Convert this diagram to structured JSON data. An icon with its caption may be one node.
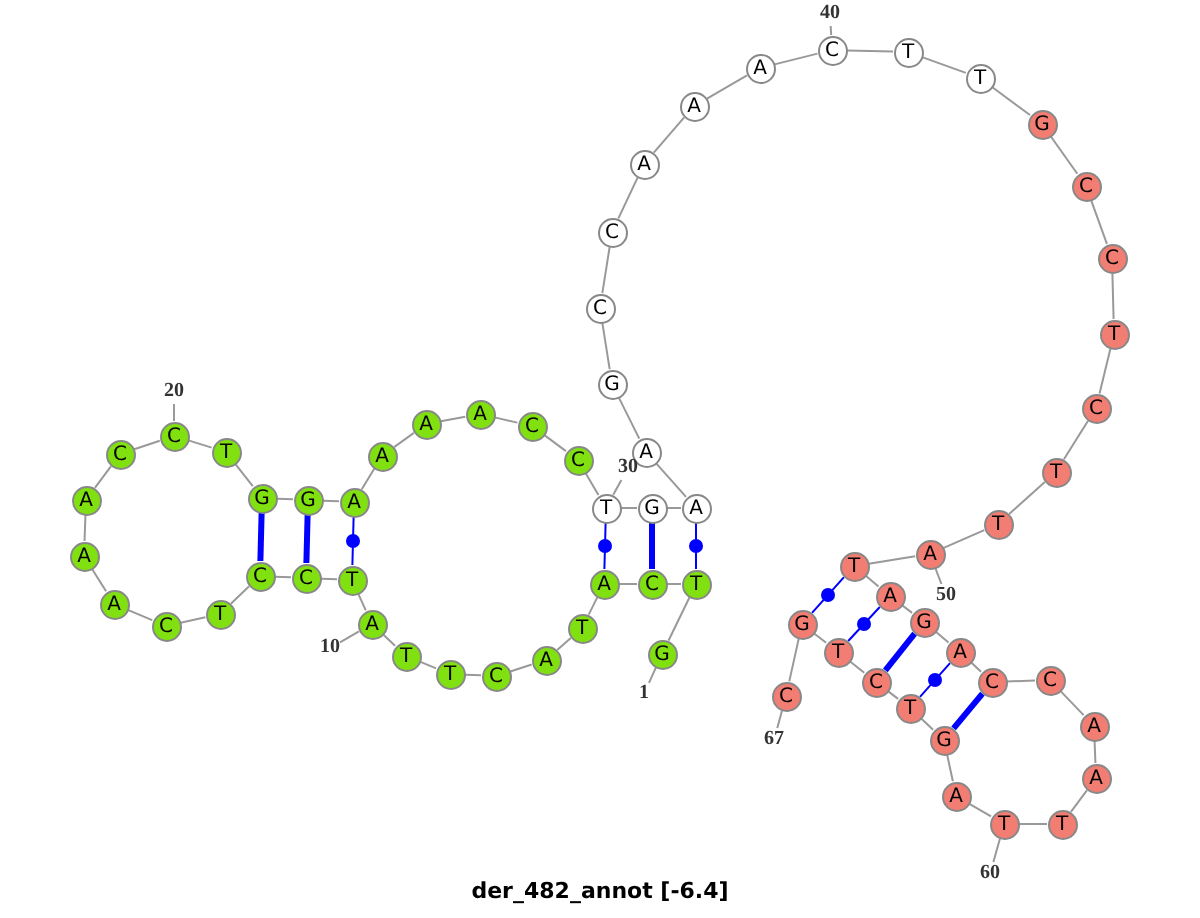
{
  "diagram": {
    "caption": "der_482_annot [-6.4]",
    "nodes": [
      {
        "text": [
          "G"
        ]
      },
      {
        "text": [
          "T"
        ]
      },
      {
        "text": [
          "C"
        ]
      },
      {
        "text": [
          "A"
        ]
      },
      {
        "text": [
          "T"
        ]
      },
      {
        "text": [
          "A"
        ]
      },
      {
        "text": [
          "C"
        ]
      },
      {
        "text": [
          "T"
        ]
      },
      {
        "text": [
          "T"
        ]
      },
      {
        "text": [
          "A"
        ]
      },
      {
        "text": [
          "T"
        ]
      },
      {
        "text": [
          "C"
        ]
      },
      {
        "text": [
          "C"
        ]
      },
      {
        "text": [
          "T"
        ]
      },
      {
        "text": [
          "C"
        ]
      },
      {
        "text": [
          "A"
        ]
      },
      {
        "text": [
          "A"
        ]
      },
      {
        "text": [
          "A"
        ]
      },
      {
        "text": [
          "C"
        ]
      },
      {
        "text": [
          "C"
        ]
      },
      {
        "text": [
          "T"
        ]
      },
      {
        "text": [
          "G"
        ]
      },
      {
        "text": [
          "G"
        ]
      },
      {
        "text": [
          "A"
        ]
      },
      {
        "text": [
          "A"
        ]
      },
      {
        "text": [
          "A"
        ]
      },
      {
        "text": [
          "A"
        ]
      },
      {
        "text": [
          "C"
        ]
      },
      {
        "text": [
          "C"
        ]
      },
      {
        "text": [
          "T"
        ]
      },
      {
        "text": [
          "G"
        ]
      },
      {
        "text": [
          "A"
        ]
      },
      {
        "text": [
          "A"
        ]
      },
      {
        "text": [
          "G"
        ]
      },
      {
        "text": [
          "C"
        ]
      },
      {
        "text": [
          "C"
        ]
      },
      {
        "text": [
          "A"
        ]
      },
      {
        "text": [
          "A"
        ]
      },
      {
        "text": [
          "A"
        ]
      },
      {
        "text": [
          "C"
        ]
      },
      {
        "text": [
          "T"
        ]
      },
      {
        "text": [
          "T"
        ]
      },
      {
        "text": [
          "G"
        ]
      },
      {
        "text": [
          "C"
        ]
      },
      {
        "text": [
          "C"
        ]
      },
      {
        "text": [
          "T"
        ]
      },
      {
        "text": [
          "C"
        ]
      },
      {
        "text": [
          "T"
        ]
      },
      {
        "text": [
          "T"
        ]
      },
      {
        "text": [
          "A"
        ]
      },
      {
        "text": [
          "T"
        ]
      },
      {
        "text": [
          "A"
        ]
      },
      {
        "text": [
          "G"
        ]
      },
      {
        "text": [
          "A"
        ]
      },
      {
        "text": [
          "C"
        ]
      },
      {
        "text": [
          "C"
        ]
      },
      {
        "text": [
          "A"
        ]
      },
      {
        "text": [
          "A"
        ]
      },
      {
        "text": [
          "T"
        ]
      },
      {
        "text": [
          "T"
        ]
      },
      {
        "text": [
          "A"
        ]
      },
      {
        "text": [
          "G"
        ]
      },
      {
        "text": [
          "T"
        ]
      },
      {
        "text": [
          "C"
        ]
      },
      {
        "text": [
          "T"
        ]
      },
      {
        "text": [
          "G"
        ]
      },
      {
        "text": [
          "C"
        ]
      },
      {
        "text": [
          "1"
        ]
      },
      {
        "text": [
          "10"
        ]
      },
      {
        "text": [
          "20"
        ]
      },
      {
        "text": [
          "30"
        ]
      },
      {
        "text": [
          "40"
        ]
      },
      {
        "text": [
          "50"
        ]
      },
      {
        "text": [
          "60"
        ]
      },
      {
        "text": [
          "67"
        ]
      }
    ],
    "edges": [
      {
        "from": 0,
        "to": 1,
        "arrow": "none"
      },
      {
        "from": 1,
        "to": 2,
        "arrow": "none"
      },
      {
        "from": 2,
        "to": 3,
        "arrow": "none"
      },
      {
        "from": 3,
        "to": 4,
        "arrow": "none"
      },
      {
        "from": 4,
        "to": 5,
        "arrow": "none"
      },
      {
        "from": 5,
        "to": 6,
        "arrow": "none"
      },
      {
        "from": 6,
        "to": 7,
        "arrow": "none"
      },
      {
        "from": 7,
        "to": 8,
        "arrow": "none"
      },
      {
        "from": 8,
        "to": 9,
        "arrow": "none"
      },
      {
        "from": 9,
        "to": 10,
        "arrow": "none"
      },
      {
        "from": 10,
        "to": 11,
        "arrow": "none"
      },
      {
        "from": 11,
        "to": 12,
        "arrow": "none"
      },
      {
        "from": 12,
        "to": 13,
        "arrow": "none"
      },
      {
        "from": 13,
        "to": 14,
        "arrow": "none"
      },
      {
        "from": 14,
        "to": 15,
        "arrow": "none"
      },
      {
        "from": 15,
        "to": 16,
        "arrow": "none"
      },
      {
        "from": 16,
        "to": 17,
        "arrow": "none"
      },
      {
        "from": 17,
        "to": 18,
        "arrow": "none"
      },
      {
        "from": 18,
        "to": 19,
        "arrow": "none"
      },
      {
        "from": 19,
        "to": 20,
        "arrow": "none"
      },
      {
        "from": 20,
        "to": 21,
        "arrow": "none"
      },
      {
        "from": 21,
        "to": 22,
        "arrow": "none"
      },
      {
        "from": 22,
        "to": 23,
        "arrow": "none"
      },
      {
        "from": 23,
        "to": 24,
        "arrow": "none"
      },
      {
        "from": 24,
        "to": 25,
        "arrow": "none"
      },
      {
        "from": 25,
        "to": 26,
        "arrow": "none"
      },
      {
        "from": 26,
        "to": 27,
        "arrow": "none"
      },
      {
        "from": 27,
        "to": 28,
        "arrow": "none"
      },
      {
        "from": 28,
        "to": 29,
        "arrow": "none"
      },
      {
        "from": 29,
        "to": 30,
        "arrow": "none"
      },
      {
        "from": 30,
        "to": 31,
        "arrow": "none"
      },
      {
        "from": 31,
        "to": 32,
        "arrow": "none"
      },
      {
        "from": 32,
        "to": 33,
        "arrow": "none"
      },
      {
        "from": 33,
        "to": 34,
        "arrow": "none"
      },
      {
        "from": 34,
        "to": 35,
        "arrow": "none"
      },
      {
        "from": 35,
        "to": 36,
        "arrow": "none"
      },
      {
        "from": 36,
        "to": 37,
        "arrow": "none"
      },
      {
        "from": 37,
        "to": 38,
        "arrow": "none"
      },
      {
        "from": 38,
        "to": 39,
        "arrow": "none"
      },
      {
        "from": 39,
        "to": 40,
        "arrow": "none"
      },
      {
        "from": 40,
        "to": 41,
        "arrow": "none"
      },
      {
        "from": 41,
        "to": 42,
        "arrow": "none"
      },
      {
        "from": 42,
        "to": 43,
        "arrow": "none"
      },
      {
        "from": 43,
        "to": 44,
        "arrow": "none"
      },
      {
        "from": 44,
        "to": 45,
        "arrow": "none"
      },
      {
        "from": 45,
        "to": 46,
        "arrow": "none"
      },
      {
        "from": 46,
        "to": 47,
        "arrow": "none"
      },
      {
        "from": 47,
        "to": 48,
        "arrow": "none"
      },
      {
        "from": 48,
        "to": 49,
        "arrow": "none"
      },
      {
        "from": 49,
        "to": 50,
        "arrow": "none"
      },
      {
        "from": 50,
        "to": 51,
        "arrow": "none"
      },
      {
        "from": 51,
        "to": 52,
        "arrow": "none"
      },
      {
        "from": 52,
        "to": 53,
        "arrow": "none"
      },
      {
        "from": 53,
        "to": 54,
        "arrow": "none"
      },
      {
        "from": 54,
        "to": 55,
        "arrow": "none"
      },
      {
        "from": 55,
        "to": 56,
        "arrow": "none"
      },
      {
        "from": 56,
        "to": 57,
        "arrow": "none"
      },
      {
        "from": 57,
        "to": 58,
        "arrow": "none"
      },
      {
        "from": 58,
        "to": 59,
        "arrow": "none"
      },
      {
        "from": 59,
        "to": 60,
        "arrow": "none"
      },
      {
        "from": 60,
        "to": 61,
        "arrow": "none"
      },
      {
        "from": 61,
        "to": 62,
        "arrow": "none"
      },
      {
        "from": 62,
        "to": 63,
        "arrow": "none"
      },
      {
        "from": 63,
        "to": 64,
        "arrow": "none"
      },
      {
        "from": 64,
        "to": 65,
        "arrow": "none"
      },
      {
        "from": 65,
        "to": 66,
        "arrow": "none"
      },
      {
        "from": 23,
        "to": 10,
        "arrow": "none",
        "color": "#0000ff"
      },
      {
        "from": 22,
        "to": 11,
        "arrow": "none",
        "style": "thick",
        "color": "#0000ff"
      },
      {
        "from": 21,
        "to": 12,
        "arrow": "none",
        "style": "thick",
        "color": "#0000ff"
      },
      {
        "from": 29,
        "to": 3,
        "arrow": "none",
        "color": "#0000ff"
      },
      {
        "from": 30,
        "to": 2,
        "arrow": "none",
        "style": "thick",
        "color": "#0000ff"
      },
      {
        "from": 31,
        "to": 1,
        "arrow": "none",
        "color": "#0000ff"
      },
      {
        "from": 50,
        "to": 65,
        "arrow": "none",
        "color": "#0000ff"
      },
      {
        "from": 51,
        "to": 64,
        "arrow": "none",
        "color": "#0000ff"
      },
      {
        "from": 52,
        "to": 63,
        "arrow": "none",
        "style": "thick",
        "color": "#0000ff"
      },
      {
        "from": 53,
        "to": 62,
        "arrow": "none",
        "color": "#0000ff"
      },
      {
        "from": 54,
        "to": 61,
        "arrow": "none",
        "style": "thick",
        "color": "#0000ff"
      },
      {
        "from": 67,
        "to": 0,
        "arrow": "none"
      },
      {
        "from": 68,
        "to": 9,
        "arrow": "none"
      },
      {
        "from": 69,
        "to": 19,
        "arrow": "none"
      },
      {
        "from": 70,
        "to": 29,
        "arrow": "none"
      },
      {
        "from": 71,
        "to": 39,
        "arrow": "none"
      },
      {
        "from": 72,
        "to": 49,
        "arrow": "none"
      },
      {
        "from": 73,
        "to": 59,
        "arrow": "none"
      },
      {
        "from": 74,
        "to": 66,
        "arrow": "none"
      }
    ]
  }
}
